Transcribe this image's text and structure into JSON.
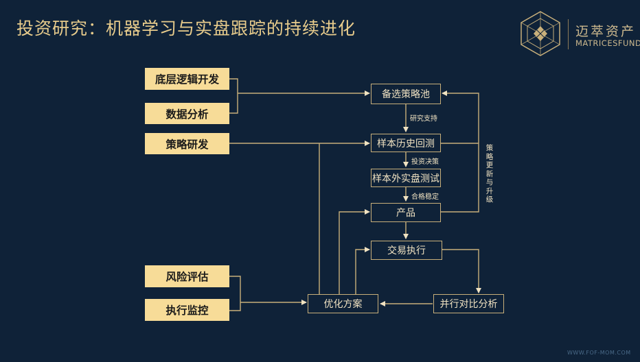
{
  "title": "投资研究：机器学习与实盘跟踪的持续进化",
  "logo": {
    "cn": "迈萃资产",
    "en": "MATRICESFUND"
  },
  "inputs": [
    "底层逻辑开发",
    "数据分析",
    "策略研发",
    "风险评估",
    "执行监控"
  ],
  "nodes": {
    "pool": "备选策略池",
    "backtest": "样本历史回测",
    "live_test": "样本外实盘测试",
    "product": "产品",
    "trading": "交易执行",
    "optimize": "优化方案",
    "compare": "并行对比分析"
  },
  "edge_labels": {
    "research": "研究支持",
    "decision": "投资决策",
    "stable": "合格稳定",
    "update": "策略更新与升级"
  },
  "watermark": "WWW.FOF-MOM.COM",
  "colors": {
    "background": "#0f2238",
    "gold": "#f7dc98",
    "line": "#c9b07b",
    "text": "#f1e3c2"
  }
}
